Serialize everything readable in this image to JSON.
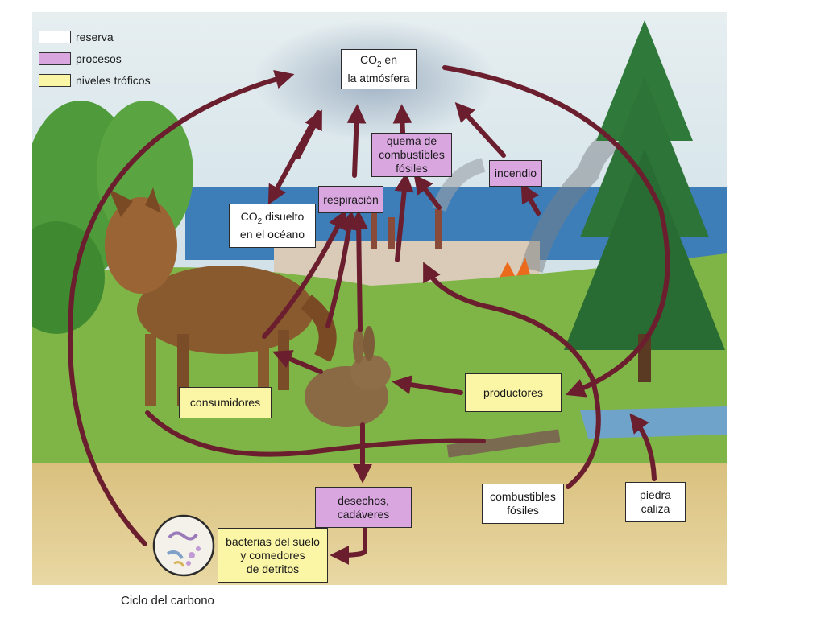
{
  "legend": {
    "reserve": {
      "label": "reserva",
      "color": "#ffffff"
    },
    "process": {
      "label": "procesos",
      "color": "#d9a6e0"
    },
    "trophic": {
      "label": "niveles tróficos",
      "color": "#fbf5a6"
    }
  },
  "nodes": {
    "co2_atm": {
      "line1_pre": "CO",
      "line1_sub": "2",
      "line1_post": " en",
      "line2": "la atmósfera"
    },
    "co2_ocean": {
      "line1_pre": "CO",
      "line1_sub": "2",
      "line1_post": " disuelto",
      "line2": "en el océano"
    },
    "respiracion": "respiración",
    "quema": {
      "line1": "quema de",
      "line2": "combustibles",
      "line3": "fósiles"
    },
    "incendio": "incendio",
    "consumidores": "consumidores",
    "productores": "productores",
    "desechos": {
      "line1": "desechos,",
      "line2": "cadáveres"
    },
    "bacterias": {
      "line1": "bacterias del suelo",
      "line2": "y comedores",
      "line3": "de detritos"
    },
    "combustibles": {
      "line1": "combustibles",
      "line2": "fósiles"
    },
    "piedra": {
      "line1": "piedra",
      "line2": "caliza"
    }
  },
  "caption": "Ciclo del carbono",
  "colors": {
    "arrow": "#6b1f2e",
    "sky": "#c9dde6",
    "grass": "#7cb342",
    "soil": "#d8bf7a",
    "sea": "#3f7fb8"
  }
}
